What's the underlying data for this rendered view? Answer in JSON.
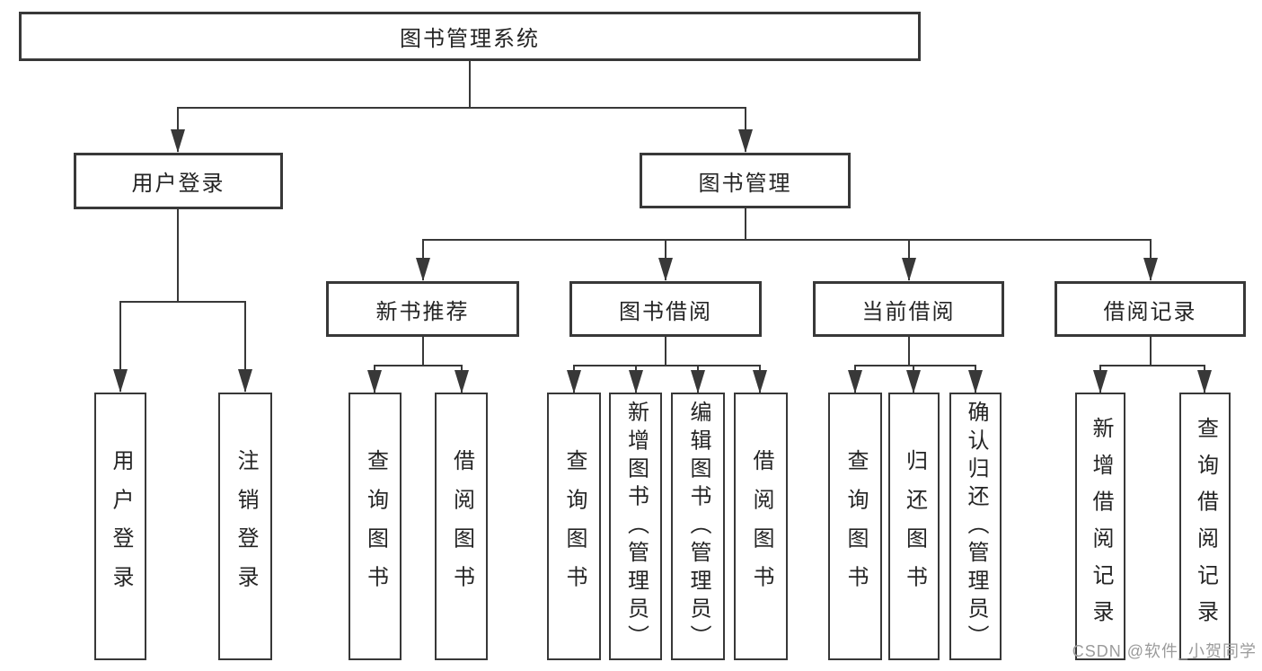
{
  "diagram": {
    "root": {
      "label": "图书管理系统"
    },
    "level2": [
      {
        "label": "用户登录"
      },
      {
        "label": "图书管理"
      }
    ],
    "level3": [
      {
        "label": "新书推荐"
      },
      {
        "label": "图书借阅"
      },
      {
        "label": "当前借阅"
      },
      {
        "label": "借阅记录"
      }
    ],
    "leaves": {
      "user_login": [
        "用户登录",
        "注销登录"
      ],
      "new_book": [
        "查询图书",
        "借阅图书"
      ],
      "borrow": [
        "查询图书",
        "新增图书（管理员）",
        "编辑图书（管理员）",
        "借阅图书"
      ],
      "current": [
        "查询图书",
        "归还图书",
        "确认归还（管理员）"
      ],
      "records": [
        "新增借阅记录",
        "查询借阅记录"
      ]
    }
  },
  "watermark": {
    "text": "CSDN @软件_小贺同学"
  },
  "colors": {
    "line": "#383838",
    "text": "#242424",
    "background": "#ffffff",
    "watermark": "#9b9b9b"
  }
}
